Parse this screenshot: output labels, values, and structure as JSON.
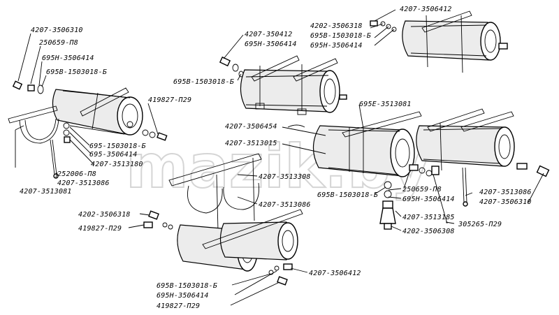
{
  "watermark": "mazik.by",
  "labels": {
    "a1": "4207-3506310",
    "a2": "250659-П8",
    "a3": "695Н-3506414",
    "a4": "695В-1503018-Б",
    "a5": "419827-П29",
    "a6": "695-1503018-Б",
    "a7": "695-3506414",
    "a8": "4207-3513180",
    "a9": "252006-П8",
    "a10": "4207-3513086",
    "a11": "4207-3513081",
    "b1": "4207-350412",
    "b2": "695Н-3506414",
    "b3": "695В-1503018-Б",
    "c1": "4207-3506412",
    "c2": "4202-3506318",
    "c3": "695В-1503018-Б",
    "c4": "695Н-3506414",
    "d1": "695Е-3513081",
    "d2": "4207-3506454",
    "d3": "4207-3513015",
    "d4": "4207-3513086",
    "d5": "4207-3506310",
    "d6": "4207-3513308",
    "d7": "4207-3513086",
    "d8": "695В-1503018-Б",
    "d9": "250659-П8",
    "d10": "695Н-3506414",
    "d11": "4207-3513185",
    "d12": "4202-3506308",
    "d13": "305265-П29",
    "e1": "4202-3506318",
    "e2": "419827-П29",
    "e3": "4207-3506412",
    "e4": "695В-1503018-Б",
    "e5": "695Н-3506414",
    "e6": "419827-П29"
  }
}
